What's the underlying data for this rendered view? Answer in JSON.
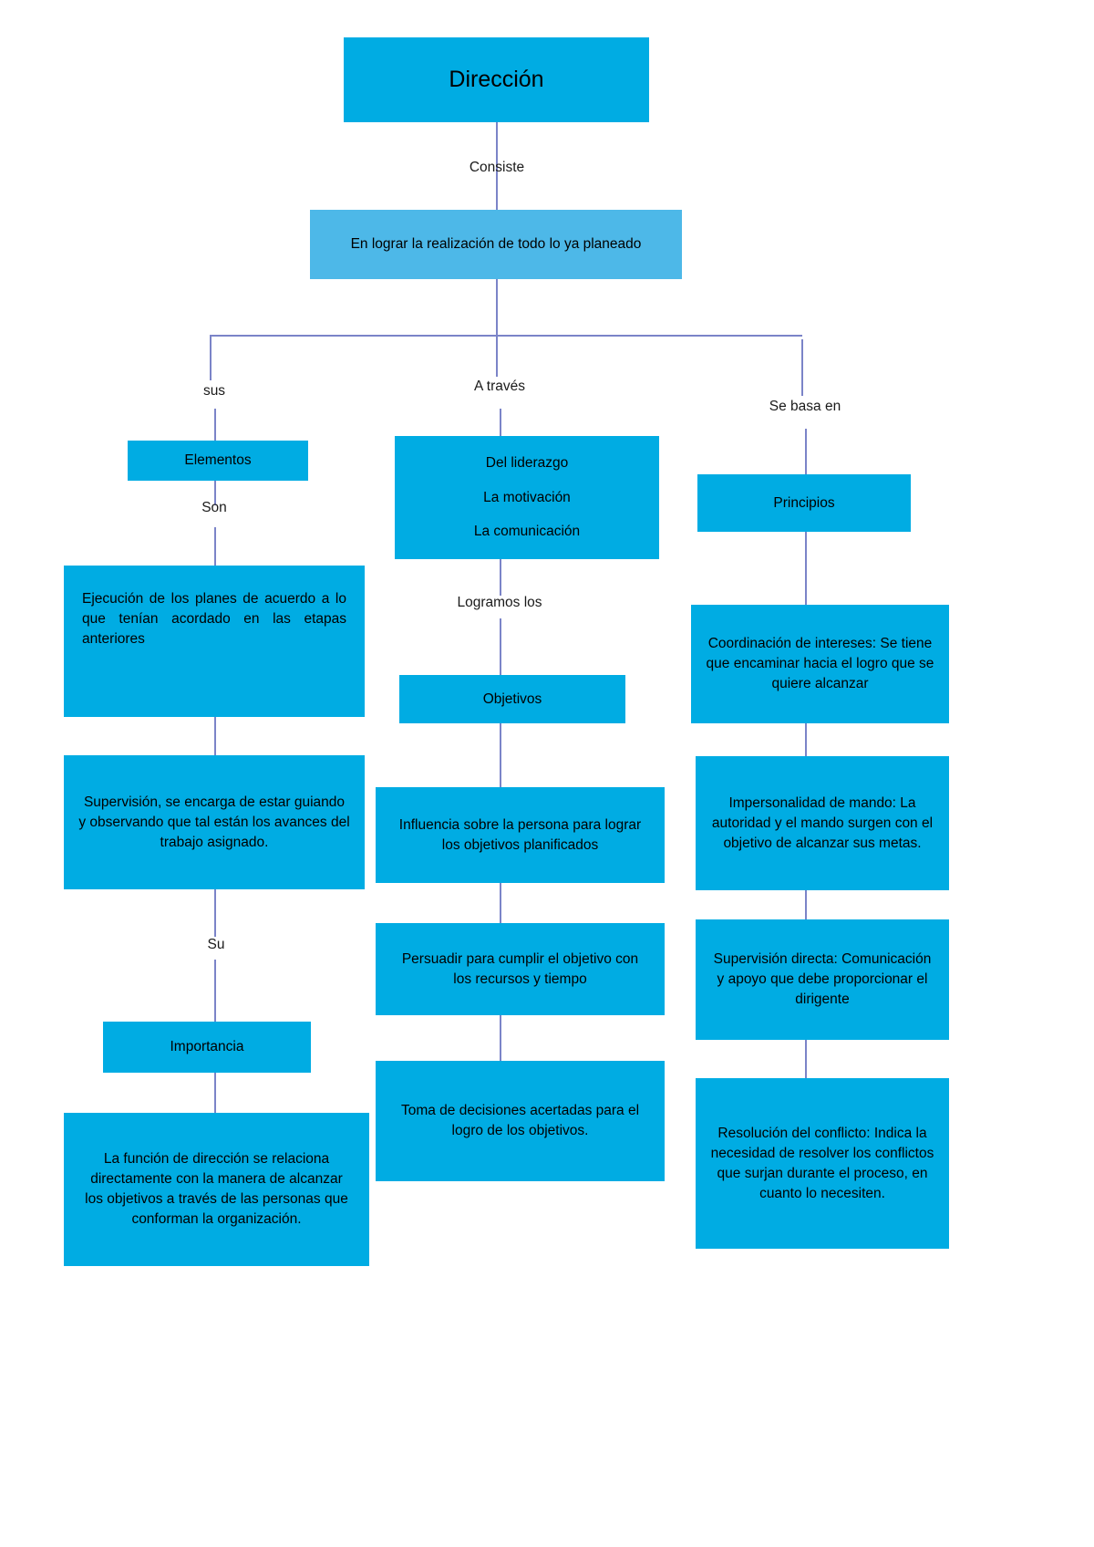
{
  "diagram": {
    "title": "Dirección",
    "type": "concept-map",
    "colors": {
      "node_primary": "#00ACE3",
      "node_secondary": "#4DB8E8",
      "connector": "#7B84C8",
      "background": "#FFFFFF",
      "text": "#000000"
    },
    "root": {
      "label": "Dirección"
    },
    "connector_labels": {
      "consiste": "Consiste",
      "sus": "sus",
      "a_traves": "A través",
      "se_basa_en": "Se basa en",
      "son": "Son",
      "su": "Su",
      "logramos_los": "Logramos los"
    },
    "definition": {
      "label": "En lograr la realización de todo lo ya planeado"
    },
    "branches": [
      {
        "connector": "sus",
        "head": "Elementos",
        "link": "Son",
        "nodes": [
          "Ejecución de los planes de acuerdo a lo que tenían acordado en las etapas anteriores",
          "Supervisión, se encarga de estar guiando y observando que tal están los avances del trabajo asignado."
        ],
        "sub_connector": "Su",
        "sub_head": "Importancia",
        "sub_nodes": [
          "La función de dirección se relaciona directamente con la manera de alcanzar los objetivos a través de las personas que conforman la organización."
        ]
      },
      {
        "connector": "A través",
        "head": "Del liderazgo\nLa motivación\nLa comunicación",
        "link": "Logramos los",
        "head2": "Objetivos",
        "nodes": [
          "Influencia sobre la persona para lograr los objetivos planificados",
          "Persuadir para cumplir el objetivo con los recursos y tiempo",
          "Toma de decisiones acertadas para el logro de los objetivos."
        ]
      },
      {
        "connector": "Se basa en",
        "head": "Principios",
        "nodes": [
          "Coordinación de intereses: Se tiene que encaminar hacia el logro que se quiere alcanzar",
          "Impersonalidad de mando:  La autoridad y el mando surgen con el objetivo de alcanzar sus metas.",
          "Supervisión directa: Comunicación y apoyo que debe proporcionar el dirigente",
          "Resolución del conflicto: Indica la necesidad de resolver los conflictos que surjan durante el proceso, en cuanto lo necesiten."
        ]
      }
    ]
  }
}
